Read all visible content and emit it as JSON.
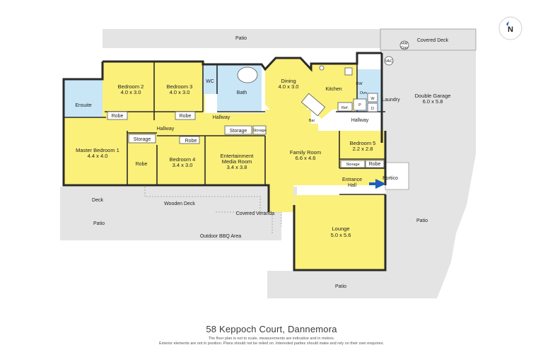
{
  "title": "58 Keppoch Court, Dannemora",
  "disclaimer_line1": "The floor plan is not to scale, measurements are indicative and in metres.",
  "disclaimer_line2": "Exterior elements are not in position. Plans should not be relied on. Interested parties should make and rely on their own enquiries.",
  "compass": "N",
  "colors": {
    "room": "#fbf07a",
    "wet": "#c9e6f7",
    "exterior": "#e4e4e4",
    "wall": "#2a2a2a",
    "arrow": "#1e5fbf"
  },
  "rooms": {
    "bedroom2": {
      "name": "Bedroom 2",
      "dims": "4.0 x 3.0"
    },
    "bedroom3": {
      "name": "Bedroom 3",
      "dims": "4.0 x 3.0"
    },
    "bedroom4": {
      "name": "Bedroom 4",
      "dims": "3.4 x 3.0"
    },
    "bedroom5": {
      "name": "Bedroom 5",
      "dims": "2.2 x 2.8"
    },
    "master": {
      "name": "Master Bedroom 1",
      "dims": "4.4 x 4.0"
    },
    "dining": {
      "name": "Dining",
      "dims": "4.0 x 3.0"
    },
    "family": {
      "name": "Family Room",
      "dims": "6.6 x 4.6"
    },
    "media": {
      "name": "Entertainment",
      "name2": "Media Room",
      "dims": "3.4 x 3.8"
    },
    "lounge": {
      "name": "Lounge",
      "dims": "5.0 x 5.6"
    },
    "garage": {
      "name": "Double Garage",
      "dims": "6.0 x 5.8"
    }
  },
  "labels": {
    "ensuite": "Ensuite",
    "wc": "WC",
    "bath": "Bath",
    "kitchen": "Kitchen",
    "laundry": "Laundry",
    "robe": "Robe",
    "storage": "Storage",
    "hallway": "Hallway",
    "entrance1": "Entrance",
    "entrance2": "Hall",
    "portico": "Portico",
    "patio": "Patio",
    "covered_deck": "Covered Deck",
    "deck": "Deck",
    "wooden_deck": "Wooden Deck",
    "covered_veranda": "Covered Veranda",
    "bbq": "Outdoor BBQ Area",
    "bar": "Bar",
    "ref": "Ref.",
    "p": "P",
    "dw": "DW",
    "ovn": "Ovn",
    "w": "W",
    "d": "D",
    "vac": "VAC",
    "hw1": "HW",
    "hw2": "Gas"
  }
}
